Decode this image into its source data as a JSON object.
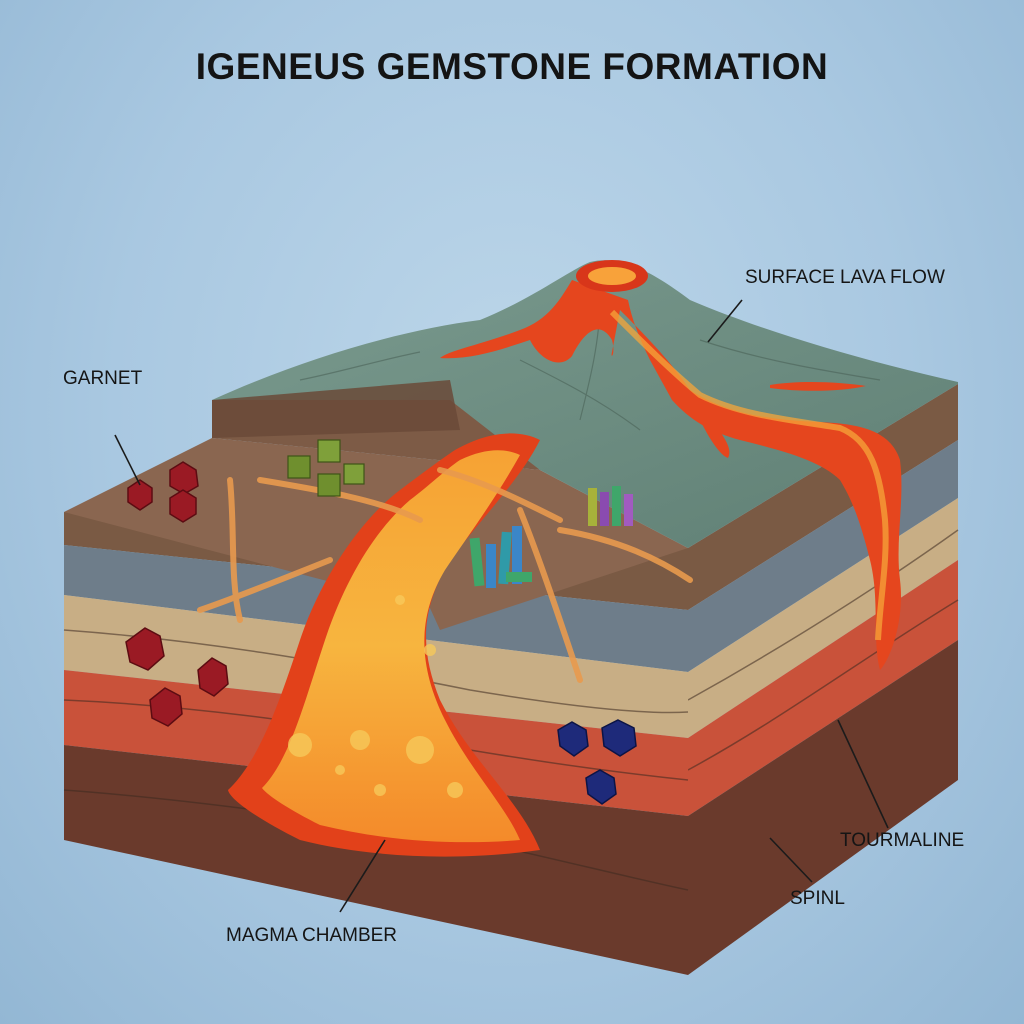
{
  "title": "IGENEUS GEMSTONE FORMATION",
  "labels": {
    "surface_lava_flow": "SURFACE LAVA FLOW",
    "garnet": "GARNET",
    "tourmaline": "TOURMALINE",
    "spinel": "SPINL",
    "magma_chamber": "MAGMA CHAMBER"
  },
  "colors": {
    "background": "#a9c8e1",
    "surface": "#6f8f83",
    "topsoil": "#7a5a44",
    "slate": "#6e7d8a",
    "sandstone": "#c8ae85",
    "red_layer": "#c9523a",
    "bedrock": "#6a3a2c",
    "magma": "#f3641e",
    "magma_core": "#f7b33c",
    "garnet": "#9a1a24",
    "spinel": "#1e2a7a",
    "olivine": "#6f8f2e"
  }
}
